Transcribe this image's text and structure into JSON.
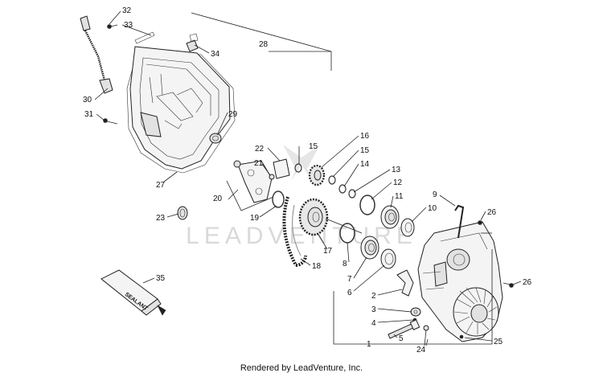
{
  "watermark": "LEADVENTURE",
  "footer": "Rendered by LeadVenture, Inc.",
  "sealant_label": "SEALANT",
  "callouts": [
    "32",
    "33",
    "34",
    "28",
    "30",
    "29",
    "31",
    "27",
    "22",
    "21",
    "15",
    "16",
    "15",
    "14",
    "13",
    "12",
    "11",
    "10",
    "9",
    "26",
    "20",
    "23",
    "19",
    "17",
    "18",
    "8",
    "7",
    "6",
    "2",
    "3",
    "4",
    "5",
    "1",
    "24",
    "25",
    "26",
    "35"
  ]
}
